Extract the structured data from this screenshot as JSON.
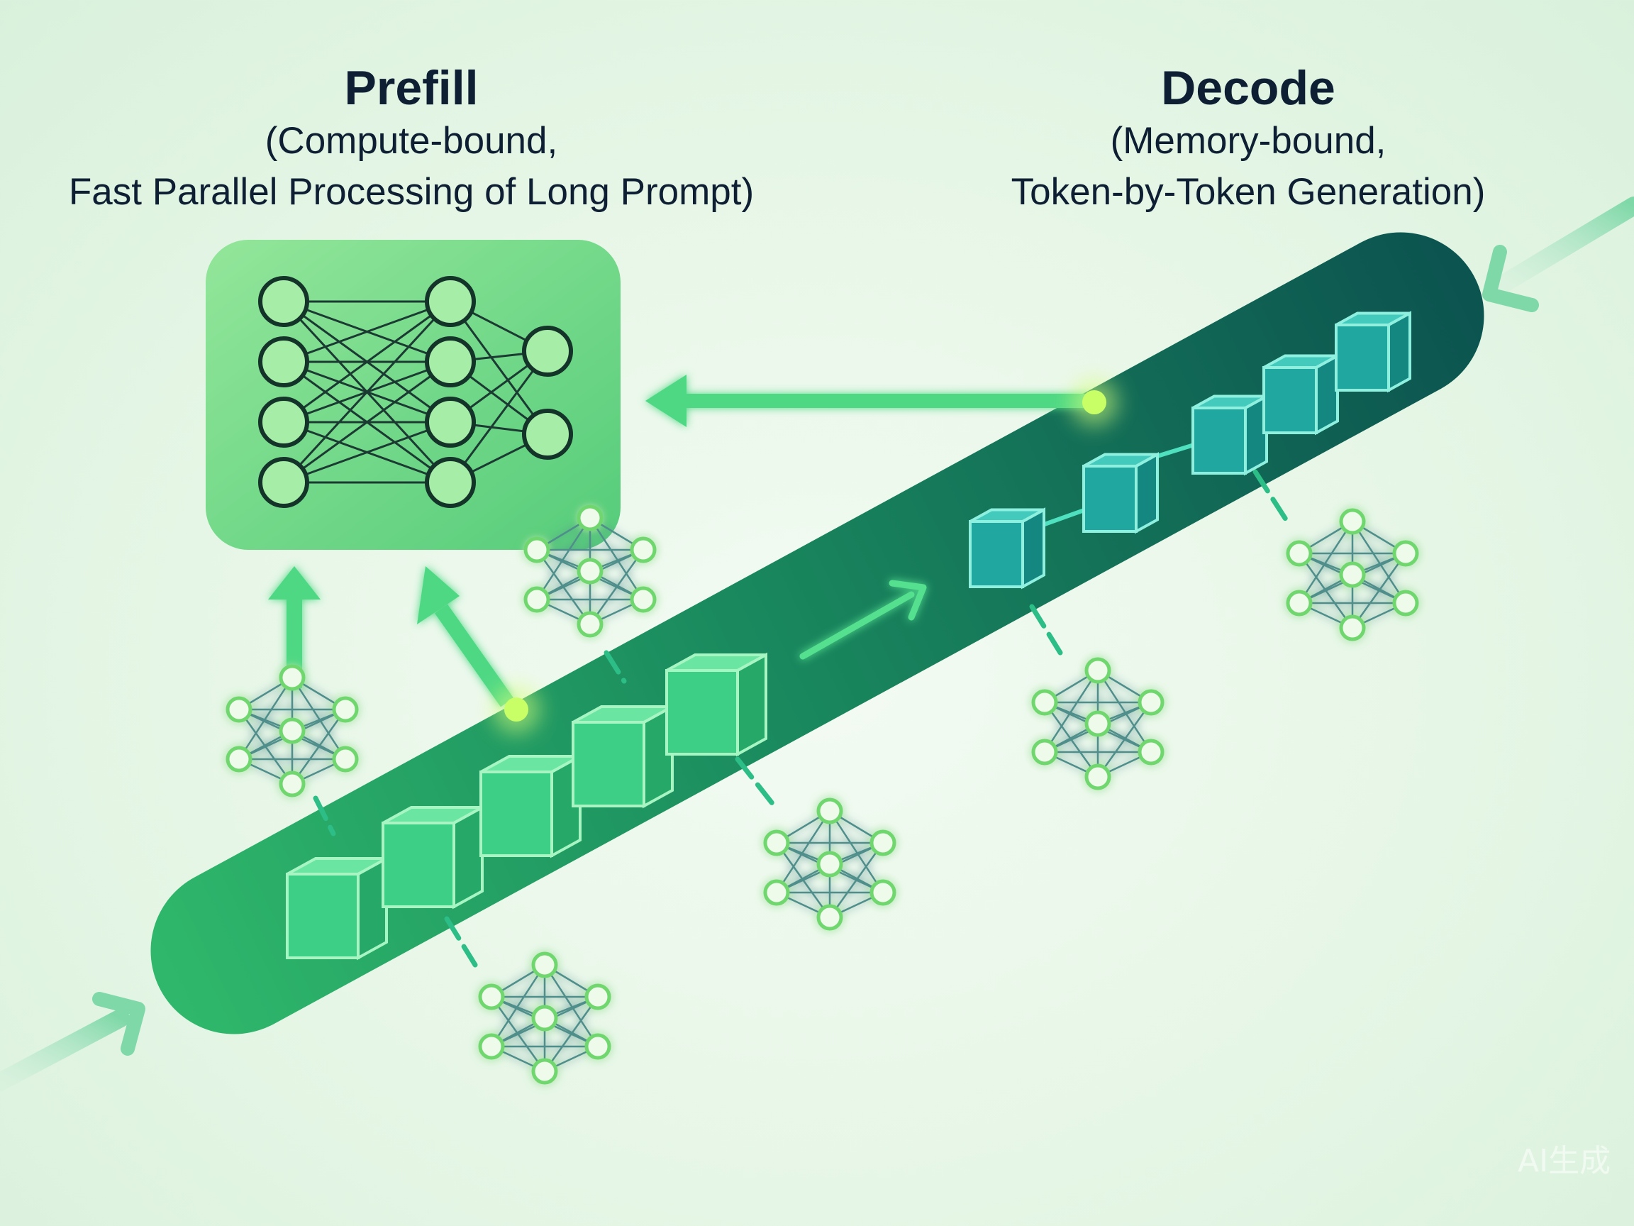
{
  "prefill": {
    "title": "Prefill",
    "line1": "(Compute-bound,",
    "line2": "Fast Parallel Processing of Long Prompt)"
  },
  "decode": {
    "title": "Decode",
    "line1": "(Memory-bound,",
    "line2": "Token-by-Token Generation)"
  },
  "watermark": "AI生成",
  "icons": {
    "network_large": "neural-network-icon",
    "network_small": "neural-network-icon",
    "token": "cube-token-icon",
    "arrow": "arrow-icon"
  },
  "colors": {
    "background": "#e6f6e6",
    "prefill_pipe": "#2fb76a",
    "decode_pipe": "#0d5c52",
    "prefill_cube": "#3fd08a",
    "decode_cube": "#22a7a0",
    "arrow": "#46d67e",
    "glow": "#b9f07a",
    "text": "#0f1f33"
  }
}
